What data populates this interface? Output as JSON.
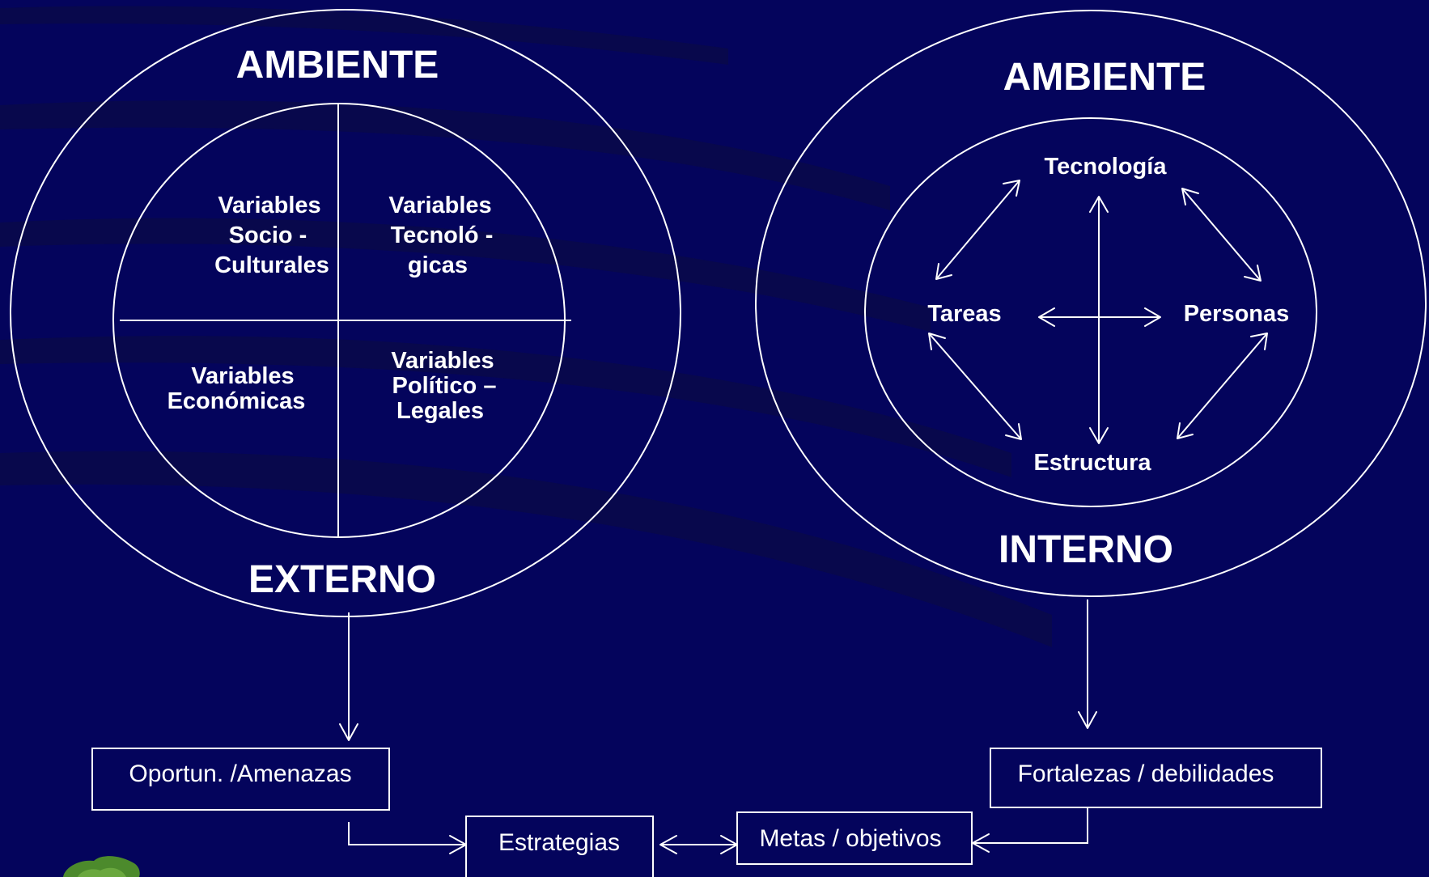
{
  "colors": {
    "background": "#04045c",
    "stripe": "#0a0a48",
    "stroke": "#ffffff",
    "text": "#ffffff",
    "logo": "#4c8a2c"
  },
  "external": {
    "title_top": "AMBIENTE",
    "title_bottom": "EXTERNO",
    "quadrants": {
      "top_left": [
        "Variables",
        "Socio -",
        "Culturales"
      ],
      "top_right": [
        "Variables",
        "Tecnoló -",
        "gicas"
      ],
      "bottom_left": [
        "Variables",
        "Económicas"
      ],
      "bottom_right": [
        "Variables",
        "Político –",
        "Legales"
      ]
    }
  },
  "internal": {
    "title_top": "AMBIENTE",
    "title_bottom": "INTERNO",
    "nodes": {
      "top": "Tecnología",
      "left": "Tareas",
      "right": "Personas",
      "bottom": "Estructura"
    }
  },
  "boxes": {
    "opportunities": "Oportun. /Amenazas",
    "strengths": "Fortalezas  / debilidades",
    "strategies": "Estrategias",
    "goals": "Metas / objetivos"
  },
  "logo_icon": "green-logo-icon"
}
